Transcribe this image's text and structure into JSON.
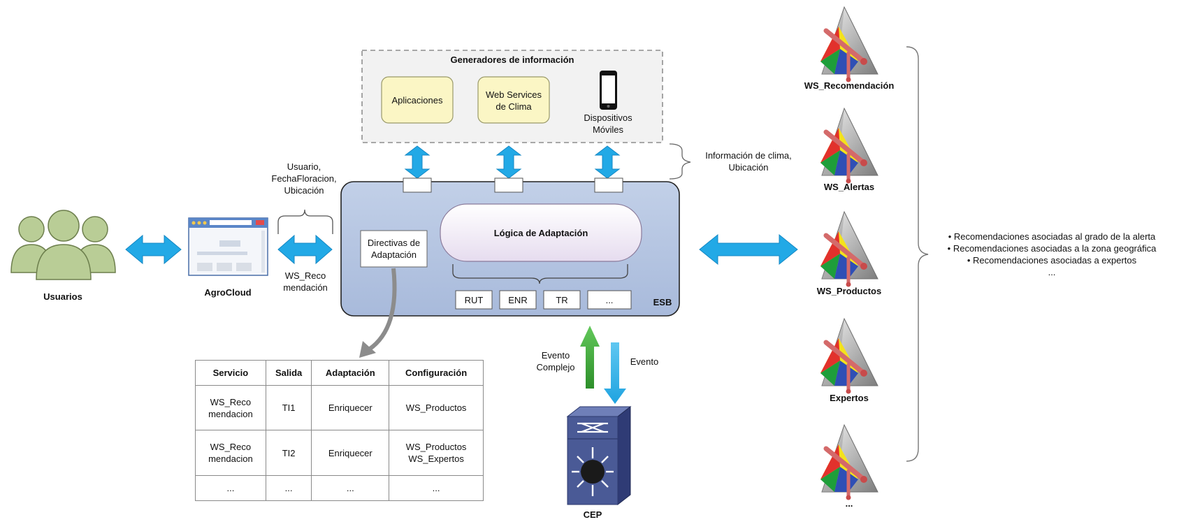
{
  "info_generators": {
    "title": "Generadores de información",
    "apps": "Aplicaciones",
    "web_services_line1": "Web Services",
    "web_services_line2": "de Clima",
    "mobile_line1": "Dispositivos",
    "mobile_line2": "Móviles"
  },
  "climate_info": {
    "line1": "Información de clima,",
    "line2": "Ubicación"
  },
  "user_params": {
    "line1": "Usuario,",
    "line2": "FechaFloracion,",
    "line3": "Ubicación"
  },
  "ws_reco_label": {
    "line1": "WS_Reco",
    "line2": "mendación"
  },
  "users": "Usuarios",
  "agrocloud": "AgroCloud",
  "esb": {
    "label": "ESB",
    "directives_line1": "Directivas de",
    "directives_line2": "Adaptación",
    "logic": "Lógica de Adaptación",
    "modules": [
      "RUT",
      "ENR",
      "TR",
      "..."
    ]
  },
  "events": {
    "complex_line1": "Evento",
    "complex_line2": "Complejo",
    "event": "Evento",
    "cep": "CEP"
  },
  "services": [
    "WS_Recomendación",
    "WS_Alertas",
    "WS_Productos",
    "Expertos",
    "..."
  ],
  "recommendations": [
    "• Recomendaciones asociadas al grado de la alerta",
    "• Recomendaciones asociadas a la zona geográfica",
    "• Recomendaciones asociadas a expertos",
    "..."
  ],
  "table": {
    "headers": [
      "Servicio",
      "Salida",
      "Adaptación",
      "Configuración"
    ],
    "rows": [
      [
        "WS_Reco\nmendacion",
        "TI1",
        "Enriquecer",
        "WS_Productos"
      ],
      [
        "WS_Reco\nmendacion",
        "TI2",
        "Enriquecer",
        "WS_Productos\nWS_Expertos"
      ],
      [
        "...",
        "...",
        "...",
        "..."
      ]
    ]
  },
  "colors": {
    "esb_fill": "#b3c3df",
    "arrow_blue": "#22a9e6",
    "arrow_green": "#3aaa35",
    "yellow_box": "#fbf6c5",
    "user_green": "#b9cd96",
    "cep_blue": "#4a5a96"
  }
}
